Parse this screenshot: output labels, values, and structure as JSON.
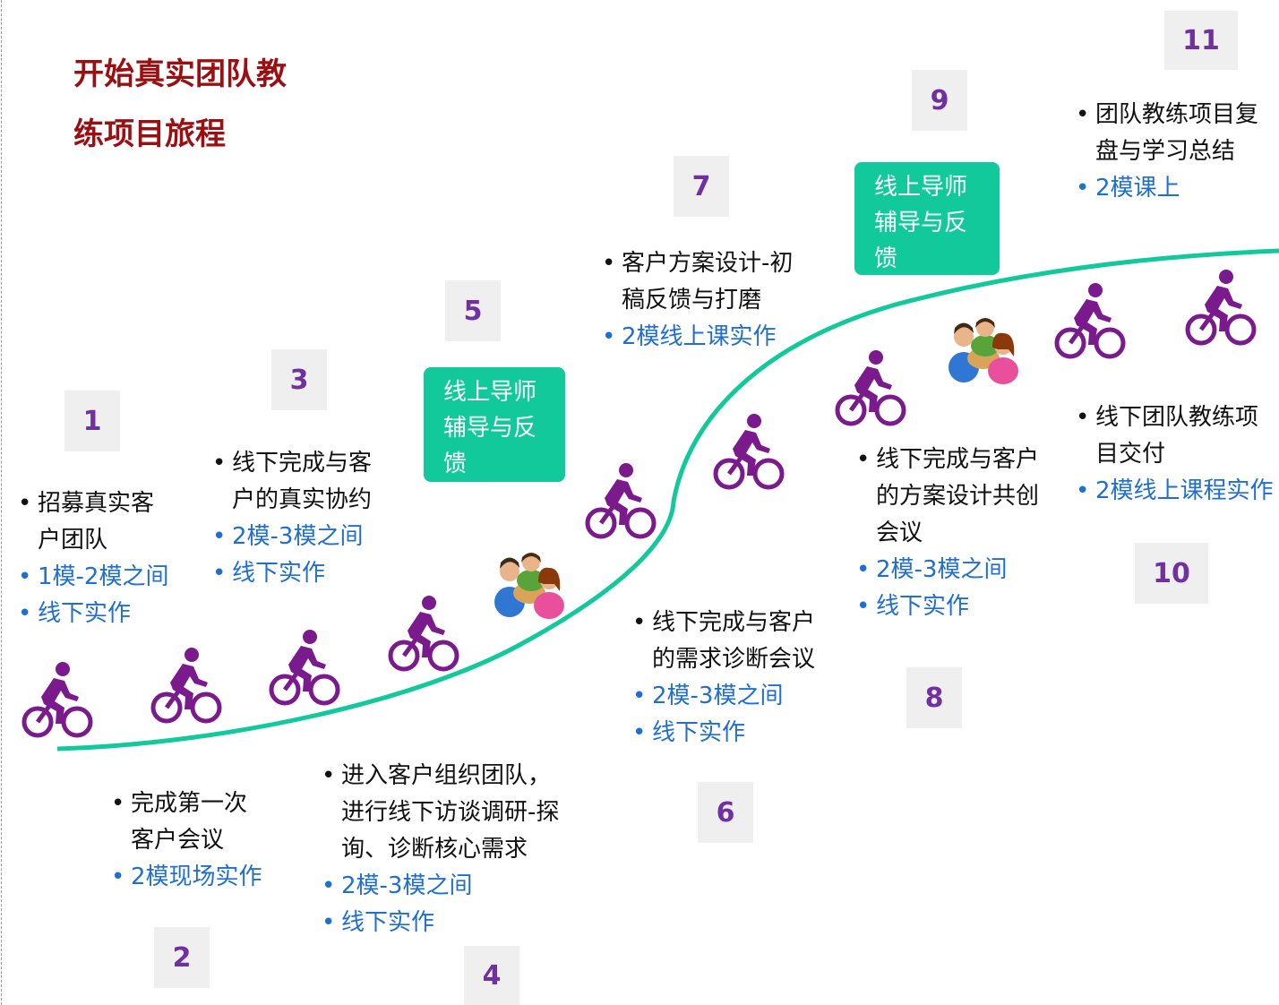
{
  "title": {
    "line1": "开始真实团队教",
    "line2": "练项目旅程"
  },
  "numbers": [
    "1",
    "2",
    "3",
    "4",
    "5",
    "6",
    "7",
    "8",
    "9",
    "10",
    "11"
  ],
  "mentor_tag": {
    "line1": "线上导师",
    "line2": "辅导与反",
    "line3": "馈"
  },
  "steps": {
    "s1": {
      "text": [
        "招募真实客",
        "户团队"
      ],
      "notes": [
        "1模-2模之间",
        "线下实作"
      ]
    },
    "s2": {
      "text": [
        "完成第一次",
        "客户会议"
      ],
      "notes": [
        "2模现场实作"
      ]
    },
    "s3": {
      "text": [
        "线下完成与客",
        "户的真实协约"
      ],
      "notes": [
        "2模-3模之间",
        "线下实作"
      ]
    },
    "s4": {
      "text": [
        "进入客户组织团队，",
        "进行线下访谈调研-探",
        "询、诊断核心需求"
      ],
      "notes": [
        "2模-3模之间",
        "线下实作"
      ]
    },
    "s6": {
      "text": [
        "线下完成与客户",
        "的需求诊断会议"
      ],
      "notes": [
        "2模-3模之间",
        "线下实作"
      ]
    },
    "s7": {
      "text": [
        "客户方案设计-初",
        "稿反馈与打磨"
      ],
      "notes": [
        "2模线上课实作"
      ]
    },
    "s8": {
      "text": [
        "线下完成与客户",
        "的方案设计共创",
        "会议"
      ],
      "notes": [
        "2模-3模之间",
        "线下实作"
      ]
    },
    "s10": {
      "text": [
        "线下团队教练项",
        "目交付"
      ],
      "notes": [
        "2模线上课程实作"
      ]
    },
    "s11": {
      "text": [
        "团队教练项目复",
        "盘与学习总结"
      ],
      "notes": [
        "2模课上"
      ]
    }
  },
  "colors": {
    "title": "#9b0f12",
    "number": "#7030a0",
    "tag_bg": "#12c99b",
    "curve": "#12c99b",
    "bike": "#7a1a8c",
    "note": "#1f6fd0"
  },
  "icons": [
    "cyclist-icon",
    "meeting-people-icon"
  ]
}
